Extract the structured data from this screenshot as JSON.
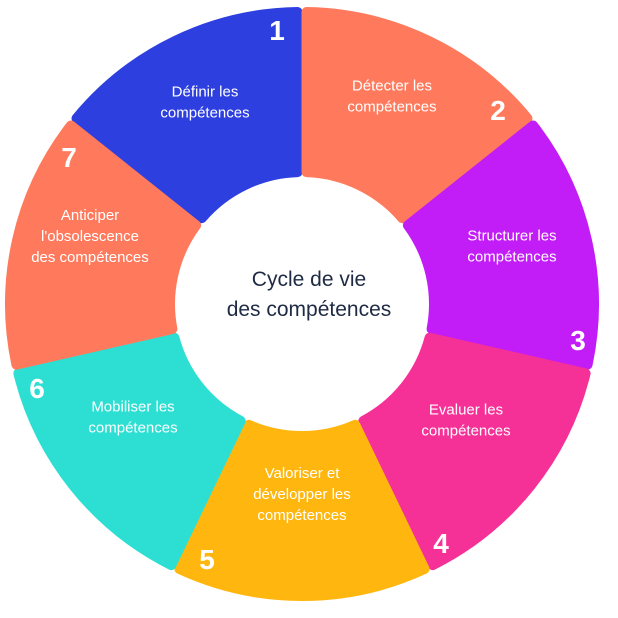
{
  "center": {
    "line1": "Cycle de vie",
    "line2": "des compétences"
  },
  "segments": [
    {
      "number": "1",
      "lines": [
        "Définir les",
        "compétences"
      ],
      "color": "#2e3fe0"
    },
    {
      "number": "2",
      "lines": [
        "Détecter les",
        "compétences"
      ],
      "color": "#ff7a5c"
    },
    {
      "number": "3",
      "lines": [
        "Structurer les",
        "compétences"
      ],
      "color": "#c21cf7"
    },
    {
      "number": "4",
      "lines": [
        "Evaluer les",
        "compétences"
      ],
      "color": "#f53197"
    },
    {
      "number": "5",
      "lines": [
        "Valoriser et",
        "développer les",
        "compétences"
      ],
      "color": "#ffb70f"
    },
    {
      "number": "6",
      "lines": [
        "Mobiliser les",
        "compétences"
      ],
      "color": "#2ddfd2"
    },
    {
      "number": "7",
      "lines": [
        "Anticiper",
        "l'obsolescence",
        "des compétences"
      ],
      "color": "#ff7a5c"
    }
  ]
}
